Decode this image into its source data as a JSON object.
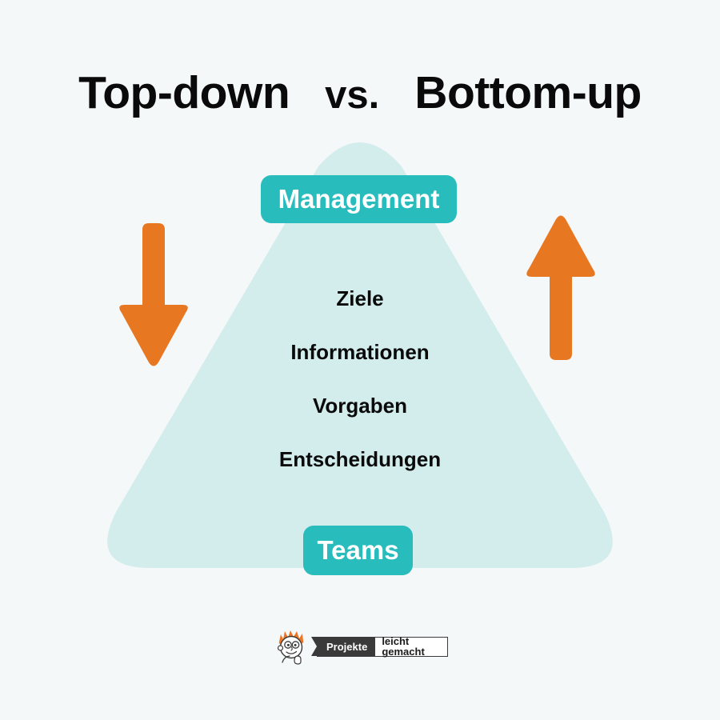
{
  "background_color": "#f4f8f9",
  "title": {
    "left": "Top-down",
    "vs": "vs.",
    "right": "Bottom-up",
    "color": "#0a0a0a"
  },
  "diagram": {
    "shape": "rounded-triangle",
    "fill_color": "#d3ecec",
    "top_label": "Management",
    "bottom_label": "Teams",
    "pill_color": "#28bcbc",
    "pill_text_color": "#ffffff",
    "flow_items": [
      "Ziele",
      "Informationen",
      "Vorgaben",
      "Entscheidungen"
    ]
  },
  "arrows": {
    "color": "#e87722",
    "left": {
      "direction": "down",
      "icon": "arrow-down-icon",
      "meaning": "Top-down"
    },
    "right": {
      "direction": "up",
      "icon": "arrow-up-icon",
      "meaning": "Bottom-up"
    }
  },
  "logo": {
    "face_icon": "cartoon-boy-face-icon",
    "hair_color": "#ee7623",
    "banner_left": "Projekte",
    "banner_right": "leicht gemacht",
    "banner_left_bg": "#3a3a3a"
  }
}
